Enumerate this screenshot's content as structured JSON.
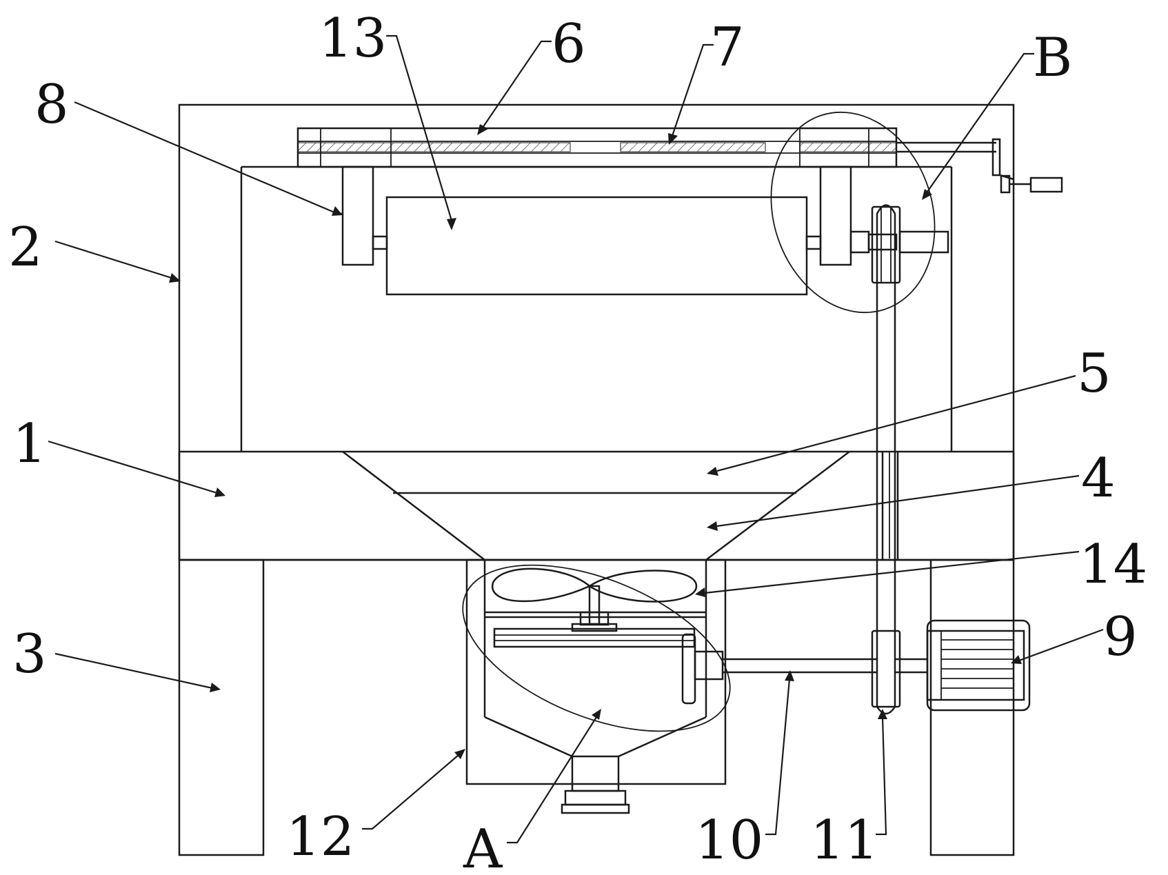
{
  "labels": {
    "l1": "1",
    "l2": "2",
    "l3": "3",
    "l4": "4",
    "l5": "5",
    "l6": "6",
    "l7": "7",
    "l8": "8",
    "l9": "9",
    "l10": "10",
    "l11": "11",
    "l12": "12",
    "l13": "13",
    "l14": "14",
    "lA": "A",
    "lB": "B"
  }
}
